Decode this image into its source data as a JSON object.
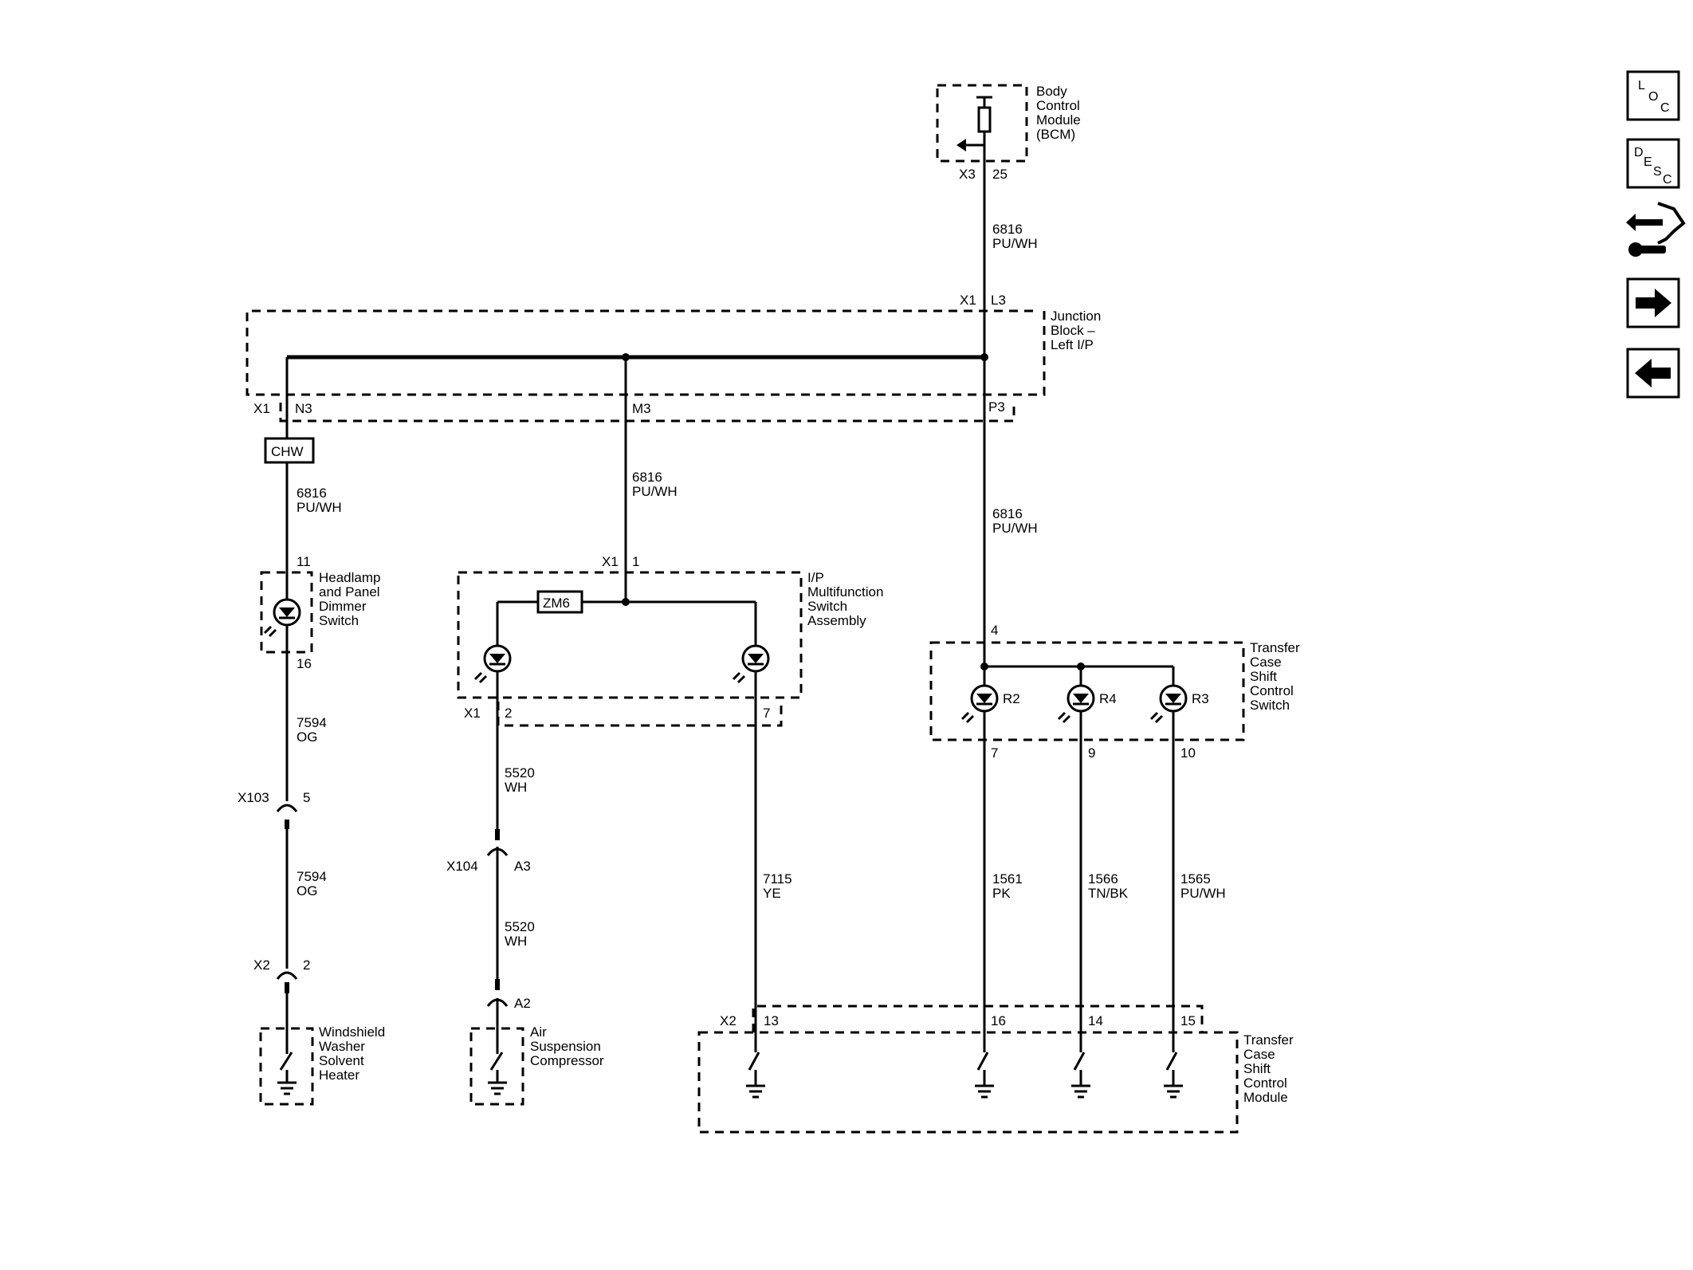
{
  "nav": {
    "loc": {
      "l1": "L",
      "l2": "O",
      "l3": "C"
    },
    "desc": {
      "l1": "D",
      "l2": "E",
      "l3": "S",
      "l4": "C"
    },
    "icons": [
      "loc-icon",
      "desc-icon",
      "connector-pinout-icon",
      "next-arrow-icon",
      "prev-arrow-icon"
    ]
  },
  "bcm": {
    "l1": "Body",
    "l2": "Control",
    "l3": "Module",
    "l4": "(BCM)",
    "conn": "X3",
    "pin": "25"
  },
  "wire_bcm": {
    "num": "6816",
    "color": "PU/WH"
  },
  "junction": {
    "l1": "Junction",
    "l2": "Block –",
    "l3": "Left I/P",
    "conn_top": "X1",
    "pin_top": "L3",
    "conn_bottom": "X1",
    "pin_n3": "N3",
    "pin_m3": "M3",
    "pin_p3": "P3"
  },
  "chw": "CHW",
  "zm6": "ZM6",
  "wire_left": {
    "num": "6816",
    "color": "PU/WH"
  },
  "wire_mid": {
    "num": "6816",
    "color": "PU/WH"
  },
  "wire_right": {
    "num": "6816",
    "color": "PU/WH"
  },
  "headlamp": {
    "l1": "Headlamp",
    "l2": "and Panel",
    "l3": "Dimmer",
    "l4": "Switch",
    "pin_in": "11",
    "pin_out": "16"
  },
  "multifunction": {
    "l1": "I/P",
    "l2": "Multifunction",
    "l3": "Switch",
    "l4": "Assembly",
    "conn_top": "X1",
    "pin_top": "1",
    "conn_bottom": "X1",
    "pin_2": "2",
    "pin_7": "7"
  },
  "transfer_switch": {
    "l1": "Transfer",
    "l2": "Case",
    "l3": "Shift",
    "l4": "Control",
    "l5": "Switch",
    "pin_in": "4",
    "r2": "R2",
    "r4": "R4",
    "r3": "R3",
    "pin_7": "7",
    "pin_9": "9",
    "pin_10": "10"
  },
  "wire_7594a": {
    "num": "7594",
    "color": "OG"
  },
  "wire_7594b": {
    "num": "7594",
    "color": "OG"
  },
  "x103": {
    "conn": "X103",
    "pin": "5"
  },
  "x2_left": {
    "conn": "X2",
    "pin": "2"
  },
  "wire_5520a": {
    "num": "5520",
    "color": "WH"
  },
  "wire_5520b": {
    "num": "5520",
    "color": "WH"
  },
  "x104": {
    "conn": "X104",
    "pin": "A3",
    "pin2": "A2"
  },
  "wire_7115": {
    "num": "7115",
    "color": "YE"
  },
  "wire_1561": {
    "num": "1561",
    "color": "PK"
  },
  "wire_1566": {
    "num": "1566",
    "color": "TN/BK"
  },
  "wire_1565": {
    "num": "1565",
    "color": "PU/WH"
  },
  "washer": {
    "l1": "Windshield",
    "l2": "Washer",
    "l3": "Solvent",
    "l4": "Heater"
  },
  "air": {
    "l1": "Air",
    "l2": "Suspension",
    "l3": "Compressor"
  },
  "tcm": {
    "l1": "Transfer",
    "l2": "Case",
    "l3": "Shift",
    "l4": "Control",
    "l5": "Module",
    "conn": "X2",
    "pin_13": "13",
    "pin_16": "16",
    "pin_14": "14",
    "pin_15": "15"
  }
}
